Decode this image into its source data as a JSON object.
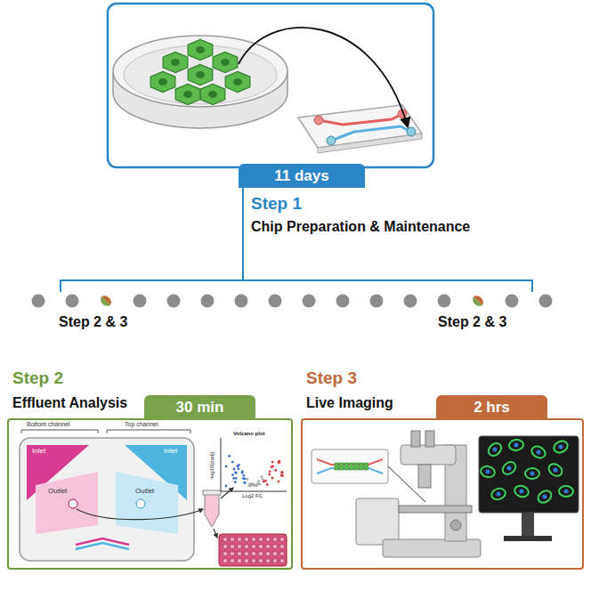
{
  "diagram": {
    "nodes": [
      {
        "text": [
          "11 days"
        ]
      },
      {
        "text": [
          "Step 2",
          "Effluent Analysis"
        ]
      },
      {
        "text": [
          "30 min"
        ]
      },
      {
        "text": [
          "Step 3",
          "Live Imaging"
        ]
      },
      {
        "text": [
          "2 hrs"
        ]
      }
    ],
    "labels": [
      "Step 1",
      "Chip Preparation & Maintenance",
      "Step 2 & 3",
      "Step 2 & 3",
      "Bottom channel",
      "Top channel",
      "Inlet",
      "Outlet",
      "Inlet",
      "Outlet",
      "Volcano plot",
      "-log10(padj)",
      "Log2 FC"
    ]
  }
}
